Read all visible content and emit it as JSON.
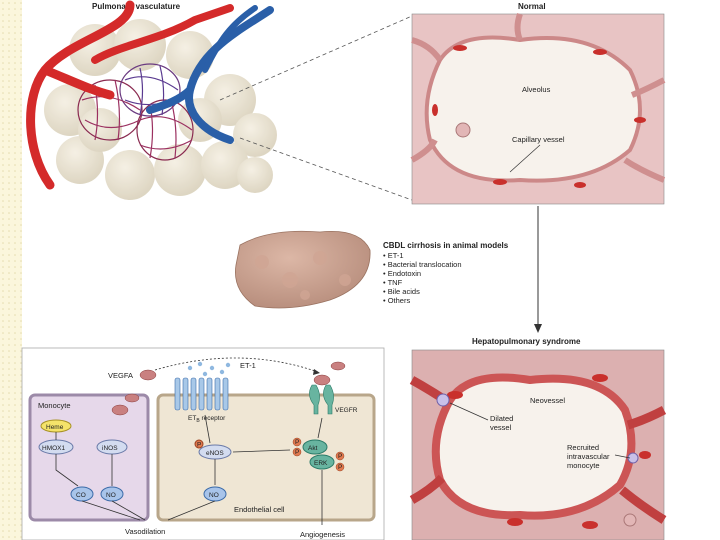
{
  "panels": {
    "pulmonary": {
      "title": "Pulmonary vasculature"
    },
    "normal": {
      "title": "Normal",
      "alveolus": "Alveolus",
      "capillary": "Capillary vessel"
    },
    "cbdl": {
      "title": "CBDL cirrhosis in animal models",
      "factors": [
        "ET-1",
        "Bacterial translocation",
        "Endotoxin",
        "TNF",
        "Bile acids",
        "Others"
      ]
    },
    "hps": {
      "title": "Hepatopulmonary syndrome",
      "neovessel": "Neovessel",
      "dilated": [
        "Dilated",
        "vessel"
      ],
      "recruited": [
        "Recruited",
        "intravascular",
        "monocyte"
      ]
    },
    "mechanism": {
      "vegfa": "VEGFA",
      "et1": "ET-1",
      "etb": "ET",
      "etb_sub": "B",
      "etb_rest": " receptor",
      "vegfr": "VEGFR",
      "monocyte": "Monocyte",
      "heme": "Heme",
      "hmox1": "HMOX1",
      "inos": "iNOS",
      "co": "CO",
      "no": "NO",
      "enos": "eNOS",
      "akt": "Akt",
      "erk": "ERK",
      "p": "P",
      "endothelial": "Endothelial cell",
      "vasodilation": "Vasodilation",
      "angiogenesis": "Angiogenesis"
    }
  },
  "colors": {
    "artery": "#d42a2a",
    "vein": "#2a5fa8",
    "tissue": "#e8c4c4",
    "cell": "#efe6d4",
    "monocyte_cell": "#e6d8ea"
  }
}
